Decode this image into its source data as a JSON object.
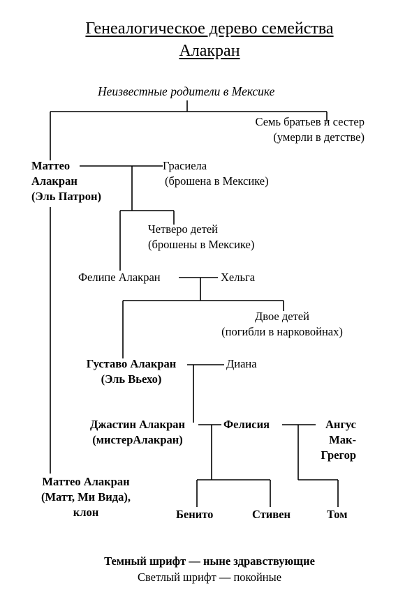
{
  "title": {
    "line1": "Генеалогическое дерево семейства",
    "line2": "Алакран"
  },
  "tree": {
    "root": "Неизвестные родители в Мексике",
    "siblings": {
      "line1": "Семь братьев и сестер",
      "line2": "(умерли в детстве)"
    },
    "matteo_el_patron": {
      "line1": "Маттео",
      "line2": "Алакран",
      "line3": "(Эль Патрон)"
    },
    "graciela": {
      "line1": "Грасиела",
      "line2": "(брошена в Мексике)"
    },
    "four_children": {
      "line1": "Четверо детей",
      "line2": "(брошены в Мексике)"
    },
    "felipe": "Фелипе Алакран",
    "helga": "Хельга",
    "two_children": {
      "line1": "Двое детей",
      "line2": "(погибли в нарковойнах)"
    },
    "gustavo": {
      "line1": "Густаво Алакран",
      "line2": "(Эль Вьехо)"
    },
    "diana": "Диана",
    "justin": {
      "line1": "Джастин Алакран",
      "line2": "(мистерАлакран)"
    },
    "felicia": "Фелисия",
    "angus": {
      "line1": "Ангус",
      "line2": "Мак-",
      "line3": "Грегор"
    },
    "matt_clone": {
      "line1": "Маттео Алакран",
      "line2": "(Матт, Ми Вида),",
      "line3": "клон"
    },
    "benito": "Бенито",
    "steven": "Стивен",
    "tom": "Том"
  },
  "legend": {
    "bold": "Темный шрифт — ныне здравствующие",
    "regular": "Светлый шрифт — покойные"
  }
}
